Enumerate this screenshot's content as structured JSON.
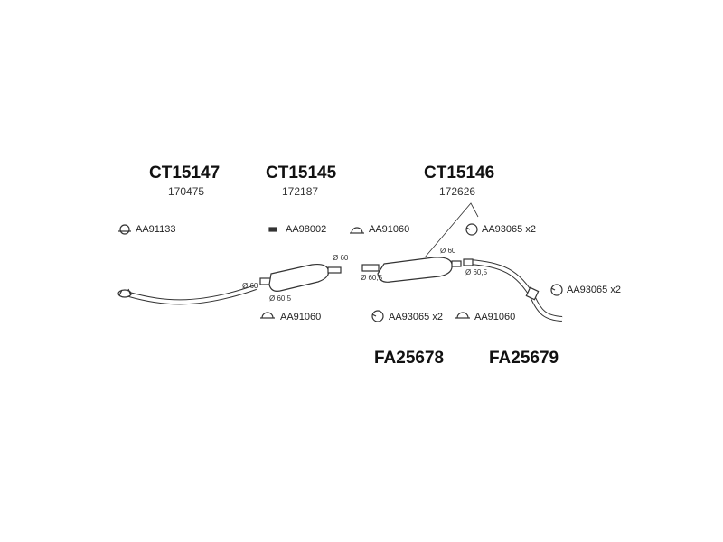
{
  "parts": {
    "front_pipe": {
      "code": "CT15147",
      "ref": "170475"
    },
    "middle_silencer": {
      "code": "CT15145",
      "ref": "172187"
    },
    "rear_silencer": {
      "code": "CT15146",
      "ref": "172626"
    },
    "tail_pipe_a": {
      "code": "FA25678"
    },
    "tail_pipe_b": {
      "code": "FA25679"
    }
  },
  "accessories": {
    "clamp_front": "AA91133",
    "bracket_middle": "AA98002",
    "clamp_top": "AA91060",
    "clamp_rear_top": "AA93065 x2",
    "clamp_tail_right": "AA93065 x2",
    "clamp_middle_bottom": "AA91060",
    "clamp_bottom_a": "AA93065 x2",
    "clamp_bottom_b": "AA91060"
  },
  "dimensions": {
    "front_outlet": "Ø 60",
    "middle_inlet": "Ø 60,5",
    "middle_outlet": "Ø 60",
    "rear_inlet": "Ø 60,5",
    "rear_outlet": "Ø 60",
    "tail_inlet": "Ø 60,5"
  },
  "colors": {
    "line": "#333333",
    "fill": "#ffffff",
    "text": "#111111"
  }
}
